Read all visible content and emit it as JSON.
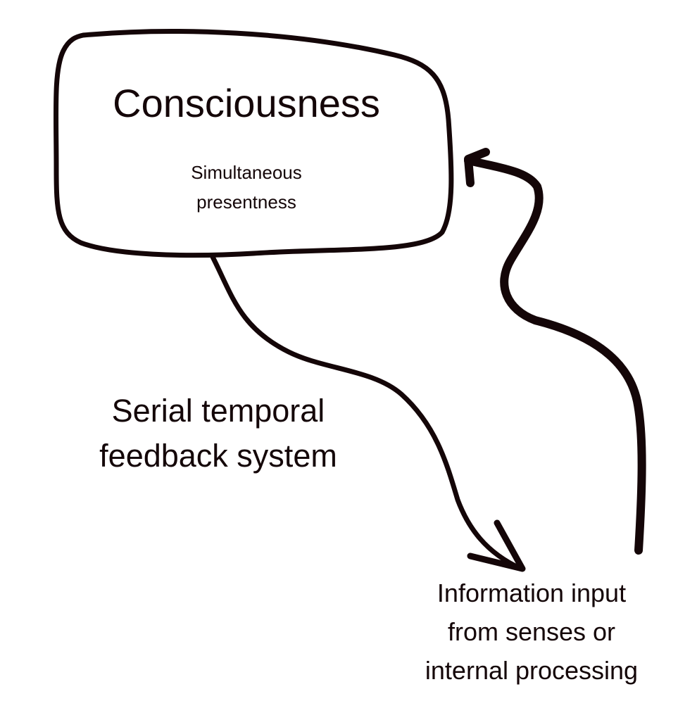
{
  "diagram": {
    "nodes": [
      {
        "id": "consciousness",
        "title": "Consciousness",
        "subtitle_lines": [
          "Simultaneous",
          "presentness"
        ]
      },
      {
        "id": "input",
        "label_lines": [
          "Information input",
          "from senses or",
          "internal processing"
        ]
      }
    ],
    "labels": {
      "loop": [
        "Serial temporal",
        "feedback system"
      ]
    },
    "edges": [
      {
        "from": "consciousness",
        "to": "input",
        "style": "hand-drawn curved arrow"
      },
      {
        "from": "input",
        "to": "consciousness",
        "style": "hand-drawn curved arrow"
      }
    ],
    "colors": {
      "ink": "#140608",
      "background": "#ffffff"
    }
  }
}
